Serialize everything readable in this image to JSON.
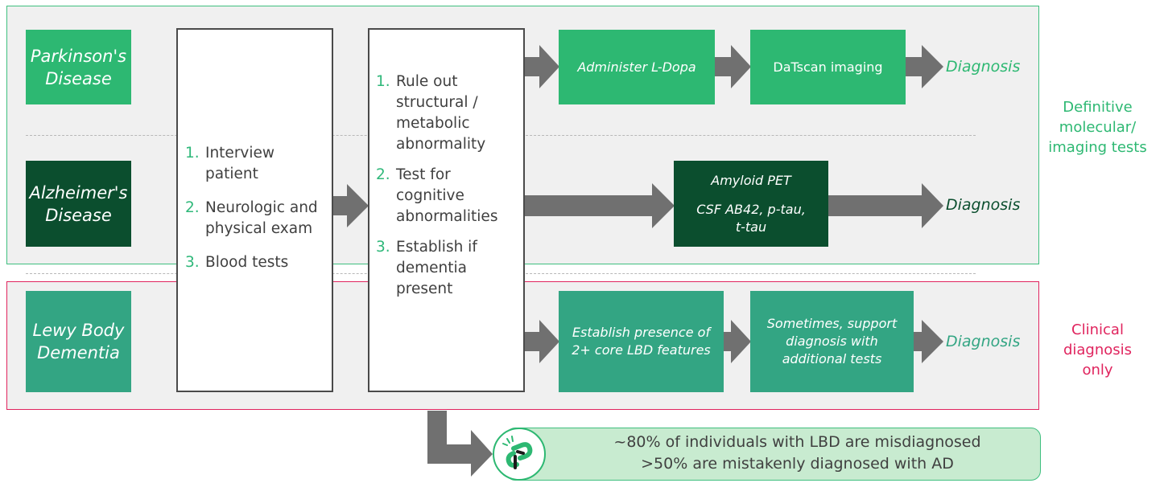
{
  "diseases": [
    {
      "label": "Parkinson's\nDisease"
    },
    {
      "label": "Alzheimer's\nDisease"
    },
    {
      "label": "Lewy Body\nDementia"
    }
  ],
  "initial_steps": [
    {
      "num": "1.",
      "text": "Interview\npatient"
    },
    {
      "num": "2.",
      "text": "Neurologic and\nphysical exam"
    },
    {
      "num": "3.",
      "text": "Blood tests"
    }
  ],
  "secondary_steps": [
    {
      "num": "1.",
      "text": "Rule out\nstructural /\nmetabolic\nabnormality"
    },
    {
      "num": "2.",
      "text": "Test for\ncognitive\nabnormalities"
    },
    {
      "num": "3.",
      "text": "Establish if\ndementia\npresent"
    }
  ],
  "pd_path": {
    "step1": "Administer L-Dopa",
    "step2": "DaTscan imaging",
    "result": "Diagnosis"
  },
  "ad_path": {
    "line1": "Amyloid PET",
    "line2": "CSF AB42, p-tau,\nt-tau",
    "result": "Diagnosis"
  },
  "lbd_path": {
    "step1": "Establish presence of\n2+ core LBD features",
    "step2": "Sometimes, support\ndiagnosis with\nadditional tests",
    "result": "Diagnosis"
  },
  "side_labels": {
    "definitive": "Definitive\nmolecular/\nimaging tests",
    "clinical": "Clinical\ndiagnosis\nonly"
  },
  "callout": {
    "line1": "~80% of individuals with LBD are misdiagnosed",
    "line2": ">50% are mistakenly diagnosed with AD",
    "icon": "broken-chain-icon"
  },
  "colors": {
    "pd_green": "#2db872",
    "ad_green": "#0b4e2e",
    "lbd_teal": "#33a583",
    "pink": "#e0245e",
    "callout_bg": "#c8ebd0",
    "arrow": "#707070"
  }
}
